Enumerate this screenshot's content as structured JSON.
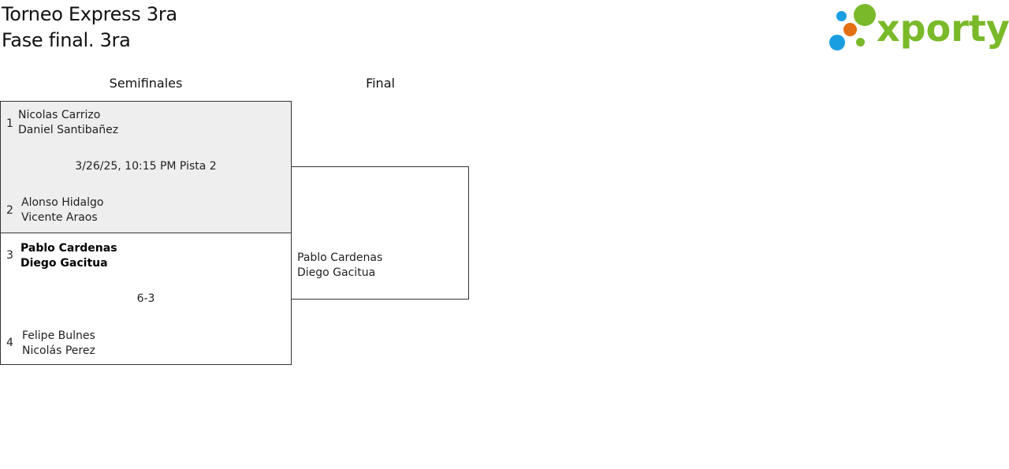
{
  "header": {
    "title_line1": "Torneo Express 3ra",
    "title_line2": "Fase final. 3ra"
  },
  "logo": {
    "text": "xporty",
    "colors": {
      "green": "#7ab929",
      "blue": "#1a9ee2",
      "orange": "#e36f12"
    }
  },
  "rounds": [
    {
      "label": "Semifinales"
    },
    {
      "label": "Final"
    }
  ],
  "semifinals": [
    {
      "highlighted": true,
      "info": "3/26/25, 10:15 PM Pista 2",
      "teams": [
        {
          "seed": "1",
          "player1": "Nicolas Carrizo",
          "player2": "Daniel Santibañez",
          "winner": false
        },
        {
          "seed": "2",
          "player1": "Alonso Hidalgo",
          "player2": "Vicente Araos",
          "winner": false
        }
      ]
    },
    {
      "highlighted": false,
      "info": "6-3",
      "teams": [
        {
          "seed": "3",
          "player1": "Pablo Cardenas",
          "player2": "Diego Gacitua",
          "winner": true
        },
        {
          "seed": "4",
          "player1": "Felipe Bulnes",
          "player2": "Nicolás Perez",
          "winner": false
        }
      ]
    }
  ],
  "final": {
    "team_bottom": {
      "player1": "Pablo Cardenas",
      "player2": "Diego Gacitua"
    }
  }
}
